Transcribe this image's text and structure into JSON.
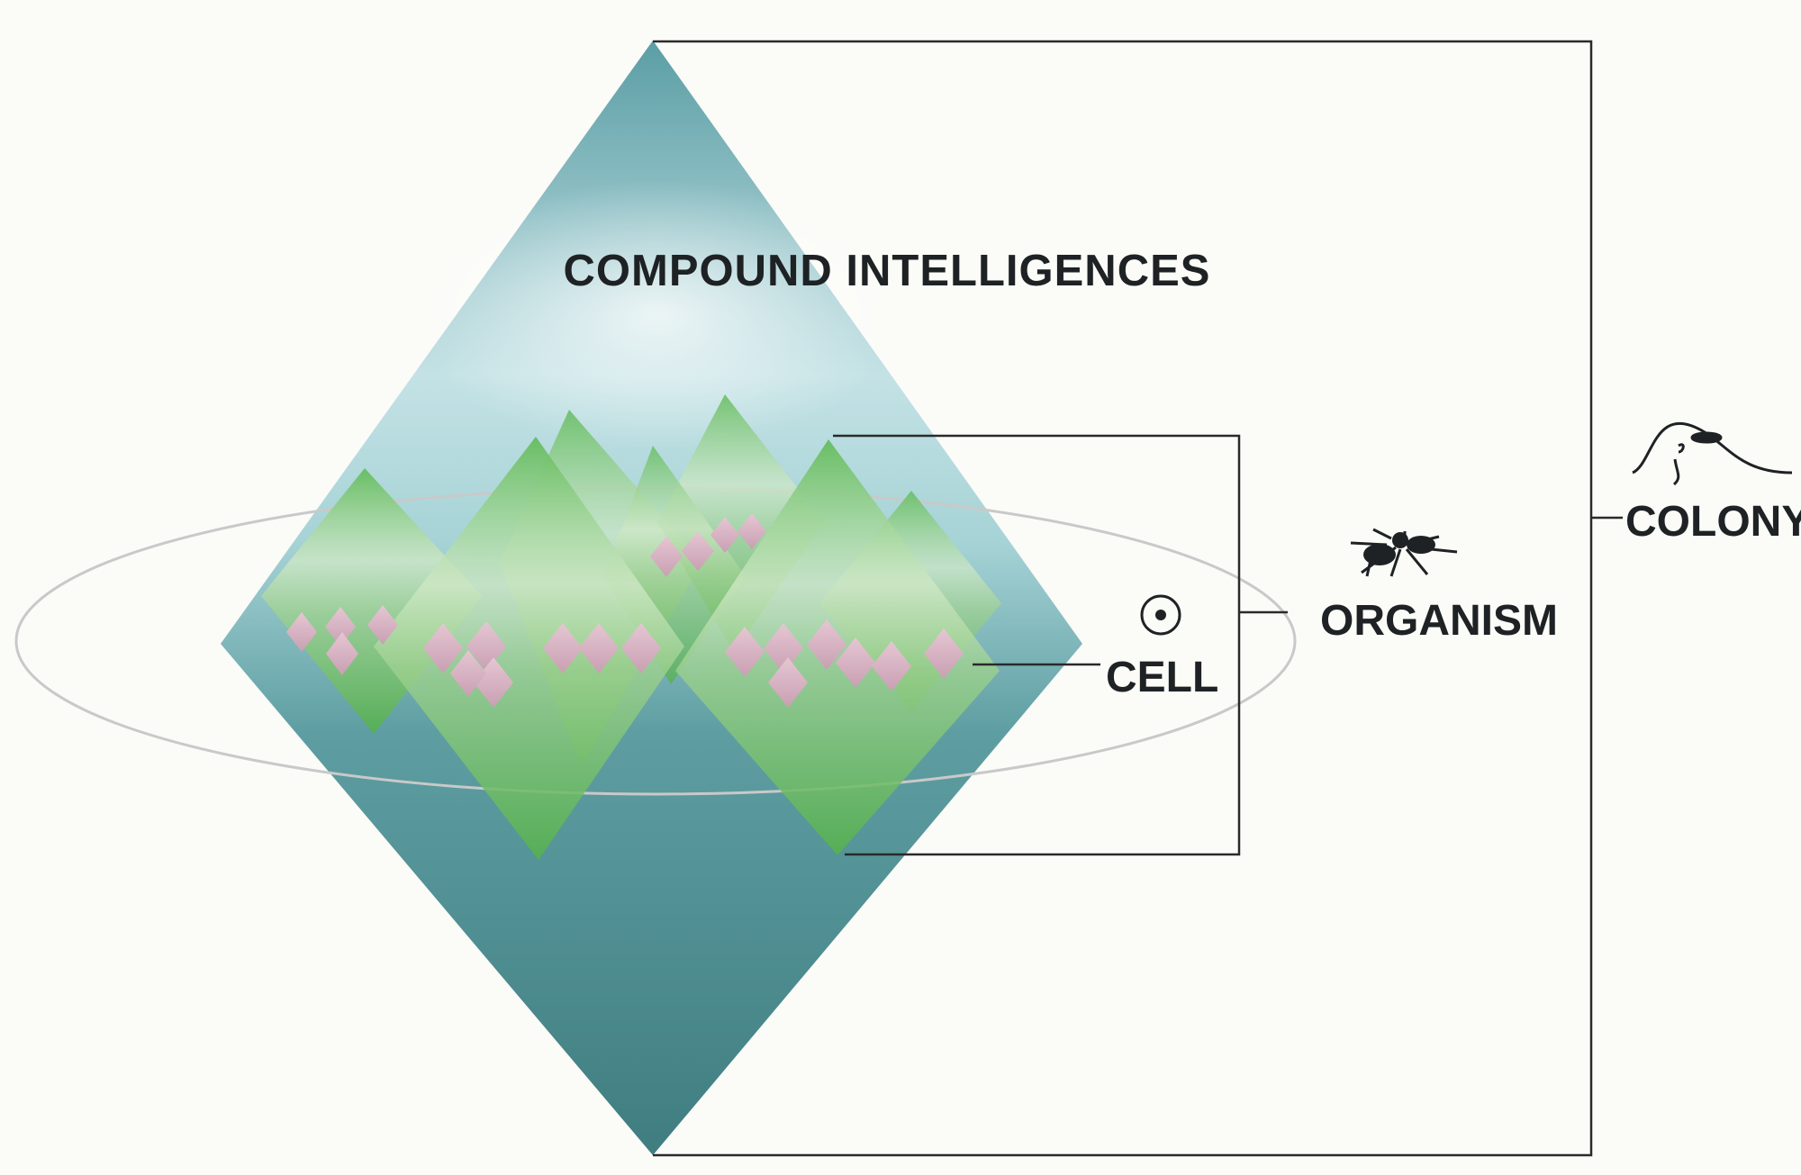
{
  "labels": {
    "title": "COMPOUND INTELLIGENCES",
    "cell": "CELL",
    "organism": "ORGANISM",
    "colony": "COLONY"
  },
  "icons": {
    "cell": "target-circle-icon",
    "organism": "ant-icon",
    "colony": "mound-icon"
  },
  "colors": {
    "colony_diamond": "#5f9ea3",
    "organism_diamond": "#6cc36a",
    "cell_diamond": "#dcb8c6",
    "outline": "#2a2a2a",
    "ring": "#c8c8c8"
  }
}
